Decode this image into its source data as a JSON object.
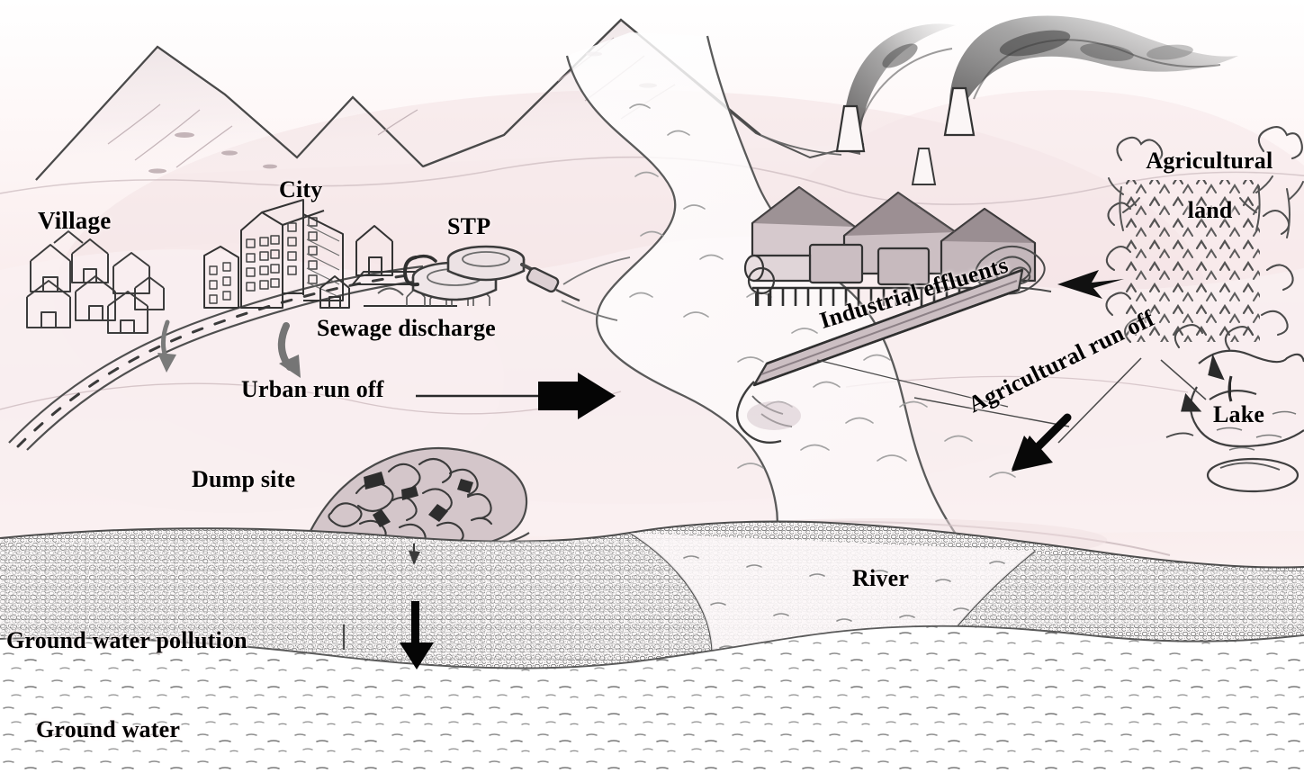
{
  "figure": {
    "kind": "hand-drawn-pencil-diagram",
    "subject": "Sources of surface water and groundwater pollution in a landscape",
    "background_color": "#fbf1f1",
    "tint_color": "#f0dede",
    "ink_color": "#2b2b2b",
    "label_color": "#000000"
  },
  "labels": {
    "village": "Village",
    "city": "City",
    "stp": "STP",
    "sewage_discharge": "Sewage discharge",
    "urban_run_off": "Urban run off",
    "dump_site": "Dump site",
    "ground_water_pollution": "Ground water pollution",
    "ground_water": "Ground water",
    "river": "River",
    "industrial_effluents": "Industrial effluents",
    "agricultural_land_line1": "Agricultural",
    "agricultural_land_line2": "land",
    "agricultural_run_off": "Agricultural run off",
    "lake": "Lake"
  },
  "scene_elements": [
    {
      "name": "mountain-range",
      "description": "Three pencil-shaded mountain peaks across the upper background"
    },
    {
      "name": "village-houses",
      "description": "Cluster of small outlined houses at far left"
    },
    {
      "name": "road",
      "description": "Dashed-centre road curving from lower-left up to the city"
    },
    {
      "name": "city-buildings",
      "description": "Tall windowed apartment blocks and small houses"
    },
    {
      "name": "stp-tanks",
      "description": "Two circular sewage treatment plant tanks with inlet and outlet pipes"
    },
    {
      "name": "sewage-outfall-pipe",
      "description": "Pipe discharging from the STP into the river"
    },
    {
      "name": "river-channel",
      "description": "Wide meandering river running from top centre down to the foreground"
    },
    {
      "name": "factory-complex",
      "description": "Industrial sheds with two tall chimneys emitting dark smoke plumes"
    },
    {
      "name": "effluent-channel",
      "description": "Straight open drain carrying factory effluent down to the river"
    },
    {
      "name": "crop-field",
      "description": "Rows of chevron crop marks with shrubs on the right bank"
    },
    {
      "name": "lake-waterbody",
      "description": "Small lake sketched at the far right edge"
    },
    {
      "name": "dump-site-mound",
      "description": "Scribbled heap of refuse sitting on the soil layer"
    },
    {
      "name": "soil-layer",
      "description": "Dense stippled unsaturated soil/aquifer matrix band"
    },
    {
      "name": "groundwater-body",
      "description": "Pale zone with short horizontal dashes below the soil layer"
    }
  ],
  "arrows": [
    {
      "name": "urban-run-off-arrow",
      "direction": "right",
      "meaning": "Urban run off entering the river",
      "style": "solid black block arrow"
    },
    {
      "name": "agricultural-run-off-arrow",
      "direction": "down-left",
      "meaning": "Agricultural run off entering the river",
      "style": "solid black block arrow"
    },
    {
      "name": "agricultural-land-arrow",
      "direction": "left",
      "meaning": "Flow from agricultural land toward the river",
      "style": "solid black block arrow"
    },
    {
      "name": "groundwater-infiltration-arrow",
      "direction": "down",
      "meaning": "Leachate percolating from the dump site into groundwater",
      "style": "solid black arrow"
    },
    {
      "name": "sewage-curved-arrow",
      "direction": "down-right",
      "meaning": "Sewage flow from the city",
      "style": "curved grey pencil arrow"
    },
    {
      "name": "runoff-curved-arrow",
      "direction": "down",
      "meaning": "Run off from the village road",
      "style": "small curved grey pencil arrow"
    }
  ],
  "pollution_sources": [
    "Urban run off",
    "Sewage discharge",
    "Industrial effluents",
    "Agricultural run off",
    "Dump site leachate"
  ],
  "receiving_waters": [
    "River",
    "Lake",
    "Ground water"
  ]
}
